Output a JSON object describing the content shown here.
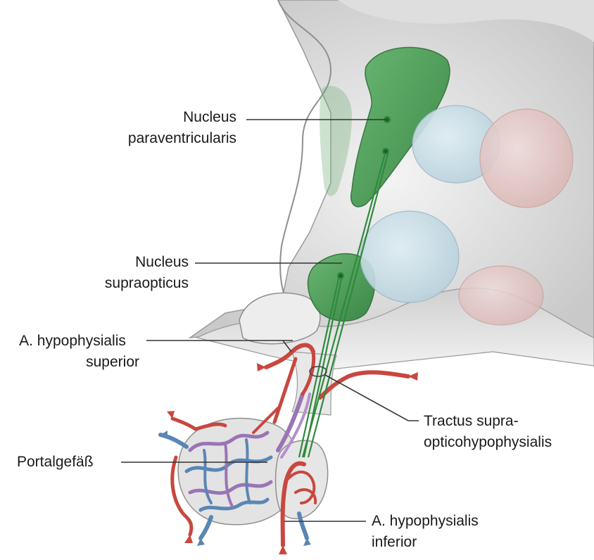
{
  "labels": {
    "paraventricularis": {
      "line1": "Nucleus",
      "line2": "paraventricularis"
    },
    "supraopticus": {
      "line1": "Nucleus",
      "line2": "supraopticus"
    },
    "hyp_superior": {
      "line1": "A. hypophysialis",
      "line2": "superior"
    },
    "portal": {
      "line1": "Portalgefäß"
    },
    "tractus": {
      "line1": "Tractus supra-",
      "line2": "opticohypophysialis"
    },
    "hyp_inferior": {
      "line1": "A. hypophysialis",
      "line2": "inferior"
    }
  },
  "colors": {
    "nucleus_green": "#3f9a49",
    "artery_red": "#c8473f",
    "vein_blue": "#5a86b5",
    "portal_purple": "#9a74b5",
    "tissue_gray": "#e6e6e6"
  }
}
